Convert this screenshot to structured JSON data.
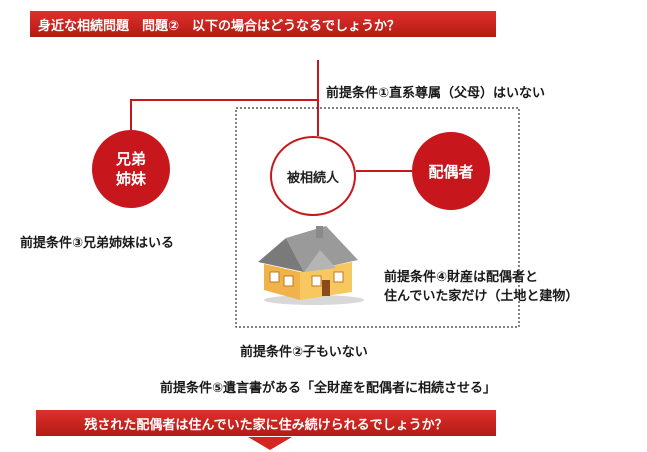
{
  "title": "身近な相続問題　問題②　以下の場合はどうなるでしょうか？",
  "nodes": {
    "siblings": "兄弟\n姉妹",
    "deceased": "被相続人",
    "spouse": "配偶者"
  },
  "conditions": {
    "c1": "前提条件①直系尊属（父母）はいない",
    "c2": "前提条件②子もいない",
    "c3": "前提条件③兄弟姉妹はいる",
    "c4_line1": "前提条件④財産は配偶者と",
    "c4_line2": "住んでいた家だけ（土地と建物）",
    "c5": "前提条件⑤遺言書がある「全財産を配偶者に相続させる」"
  },
  "question": "残された配偶者は住んでいた家に住み続けられるでしょうか？",
  "colors": {
    "accent_red": "#c8161d",
    "bar_red": "#d42520"
  },
  "icons": [
    "house-icon",
    "arrow-down-icon"
  ]
}
